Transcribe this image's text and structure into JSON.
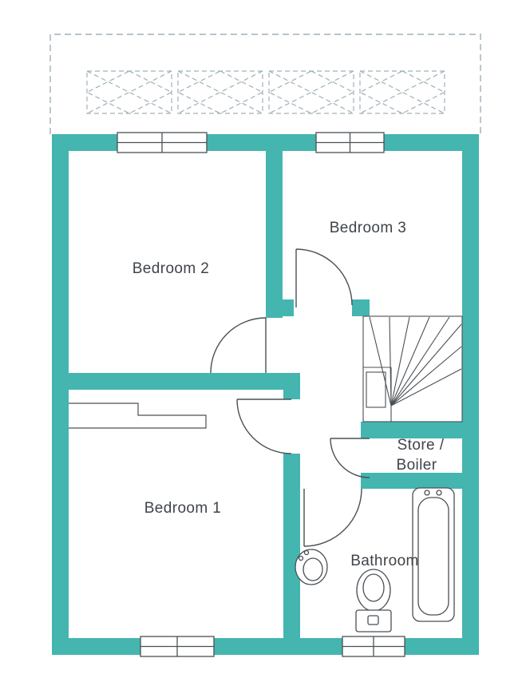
{
  "labels": {
    "bedroom1": "Bedroom 1",
    "bedroom2": "Bedroom 2",
    "bedroom3": "Bedroom 3",
    "store_boiler_line1": "Store /",
    "store_boiler_line2": "Boiler",
    "bathroom": "Bathroom"
  },
  "colors": {
    "wall": "#44b5af",
    "outline": "#4a5055",
    "dashed": "#9fb0b8",
    "label": "#3f444a",
    "background": "#ffffff"
  },
  "elements": {
    "rooms": [
      "Bedroom 1",
      "Bedroom 2",
      "Bedroom 3",
      "Store / Boiler",
      "Bathroom"
    ],
    "fixtures": [
      "staircase",
      "bathtub",
      "toilet",
      "wash-basin"
    ],
    "door_count": 5,
    "window_count": 4,
    "skylight_count": 4
  }
}
